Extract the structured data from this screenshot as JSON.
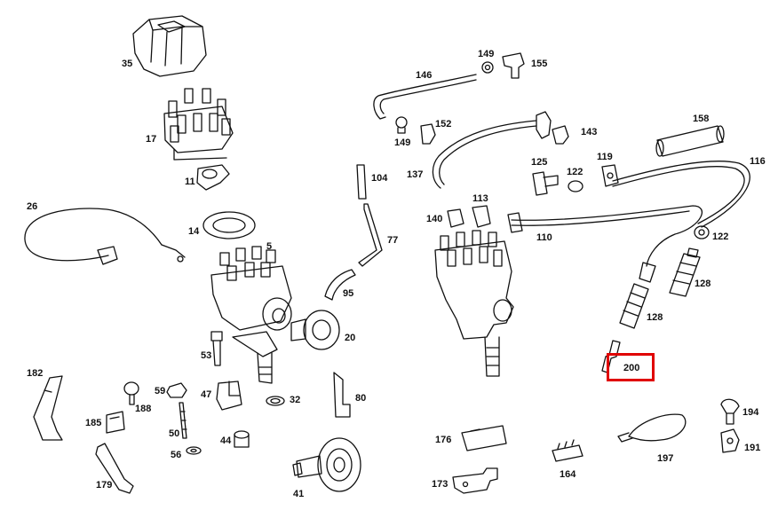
{
  "diagram": {
    "highlight_color": "#e00000",
    "highlighted_part": "200",
    "part_numbers": {
      "p35": "35",
      "p17": "17",
      "p11": "11",
      "p26": "26",
      "p14": "14",
      "p5": "5",
      "p104": "104",
      "p77": "77",
      "p95": "95",
      "p20": "20",
      "p53": "53",
      "p59": "59",
      "p188": "188",
      "p47": "47",
      "p32": "32",
      "p80": "80",
      "p182": "182",
      "p185": "185",
      "p50": "50",
      "p56": "56",
      "p44": "44",
      "p179": "179",
      "p41": "41",
      "p146": "146",
      "p149a": "149",
      "p155": "155",
      "p152": "152",
      "p149b": "149",
      "p143": "143",
      "p158": "158",
      "p119": "119",
      "p125": "125",
      "p122a": "122",
      "p116": "116",
      "p137": "137",
      "p113": "113",
      "p140": "140",
      "p110": "110",
      "p122b": "122",
      "p128a": "128",
      "p128b": "128",
      "p200": "200",
      "p194": "194",
      "p191": "191",
      "p176": "176",
      "p197": "197",
      "p173": "173",
      "p164": "164"
    }
  }
}
